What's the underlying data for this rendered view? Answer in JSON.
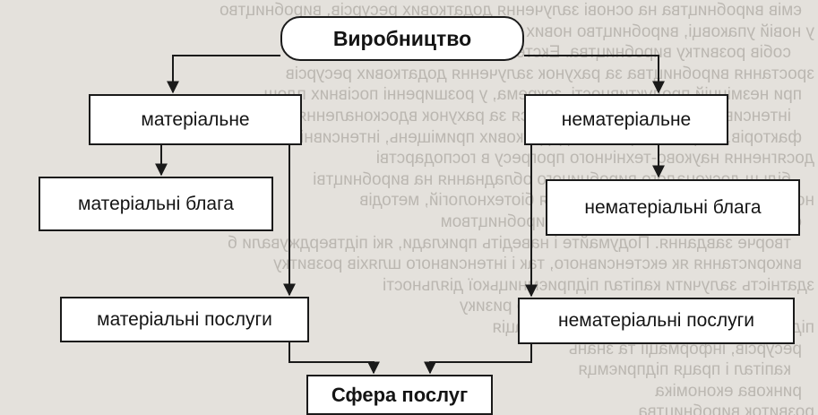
{
  "diagram": {
    "root": "Виробництво",
    "left_branch": {
      "category": "матеріальне",
      "items": [
        "матеріальні блага",
        "матеріальні послуги"
      ]
    },
    "right_branch": {
      "category": "нематеріальне",
      "items": [
        "нематеріальні блага",
        "нематеріальні послуги"
      ]
    },
    "bottom": "Сфера послуг"
  },
  "colors": {
    "box_fill": "#ffffff",
    "line": "#1a1a1a",
    "page_background": "#e4e1dc"
  }
}
